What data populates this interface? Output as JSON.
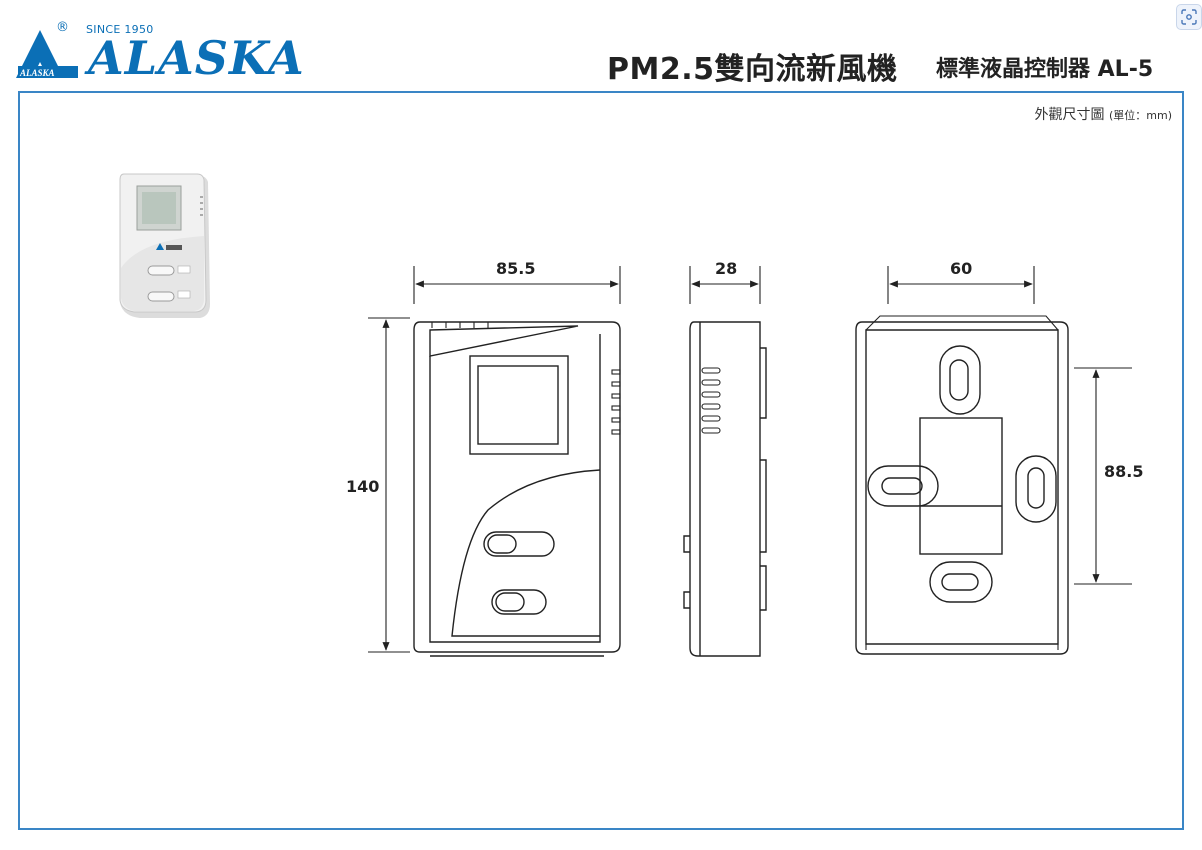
{
  "header": {
    "registered_mark": "®",
    "since": "SINCE 1950",
    "brand": "ALASKA",
    "title_main": "PM2.5雙向流新風機",
    "title_sub": "標準液晶控制器 AL-5"
  },
  "caption": {
    "main": "外觀尺寸圖",
    "unit": "(單位：mm)"
  },
  "dimensions": {
    "front_width": "85.5",
    "side_depth": "28",
    "back_hole_spacing_h": "60",
    "height": "140",
    "back_hole_spacing_v": "88.5"
  },
  "colors": {
    "brand_blue": "#0b6fb6",
    "frame_blue": "#3a86c6",
    "line": "#222222"
  }
}
